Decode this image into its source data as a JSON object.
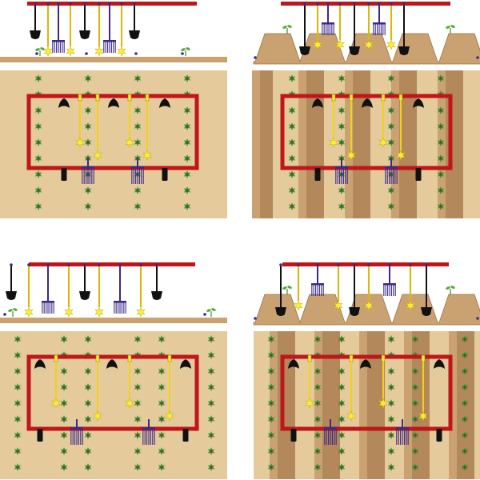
{
  "figure": {
    "panels": [
      {
        "id": "top-left",
        "ground": "flat",
        "plant_columns": 4,
        "tool_order": [
          "shovel",
          "spring-tine",
          "fork",
          "spring-tine",
          "shovel",
          "spring-tine",
          "fork",
          "spring-tine",
          "shovel"
        ]
      },
      {
        "id": "top-right",
        "ground": "ridged",
        "plant_columns": 4,
        "tool_order": [
          "shovel",
          "spring-tine",
          "fork",
          "spring-tine",
          "shovel",
          "spring-tine",
          "fork",
          "spring-tine",
          "shovel"
        ]
      },
      {
        "id": "bottom-left",
        "ground": "flat",
        "plant_columns": 6,
        "tool_order": [
          "shovel",
          "spring-tine",
          "fork",
          "spring-tine",
          "shovel",
          "spring-tine",
          "fork",
          "spring-tine",
          "shovel"
        ]
      },
      {
        "id": "bottom-right",
        "ground": "ridged",
        "plant_columns": 6,
        "tool_order": [
          "shovel",
          "spring-tine",
          "fork",
          "spring-tine",
          "shovel",
          "spring-tine",
          "fork",
          "spring-tine",
          "shovel"
        ]
      }
    ],
    "colors": {
      "frame": "#c0151a",
      "soil": "#e5cb9c",
      "soil_dark": "#b3885a",
      "soil_mid": "#caa272",
      "plant": "#4f8b3a",
      "tine": "#f1d21a",
      "tine_star": "#f7ee3a",
      "fork": "#3b2a8a",
      "shovel": "#111111"
    }
  }
}
